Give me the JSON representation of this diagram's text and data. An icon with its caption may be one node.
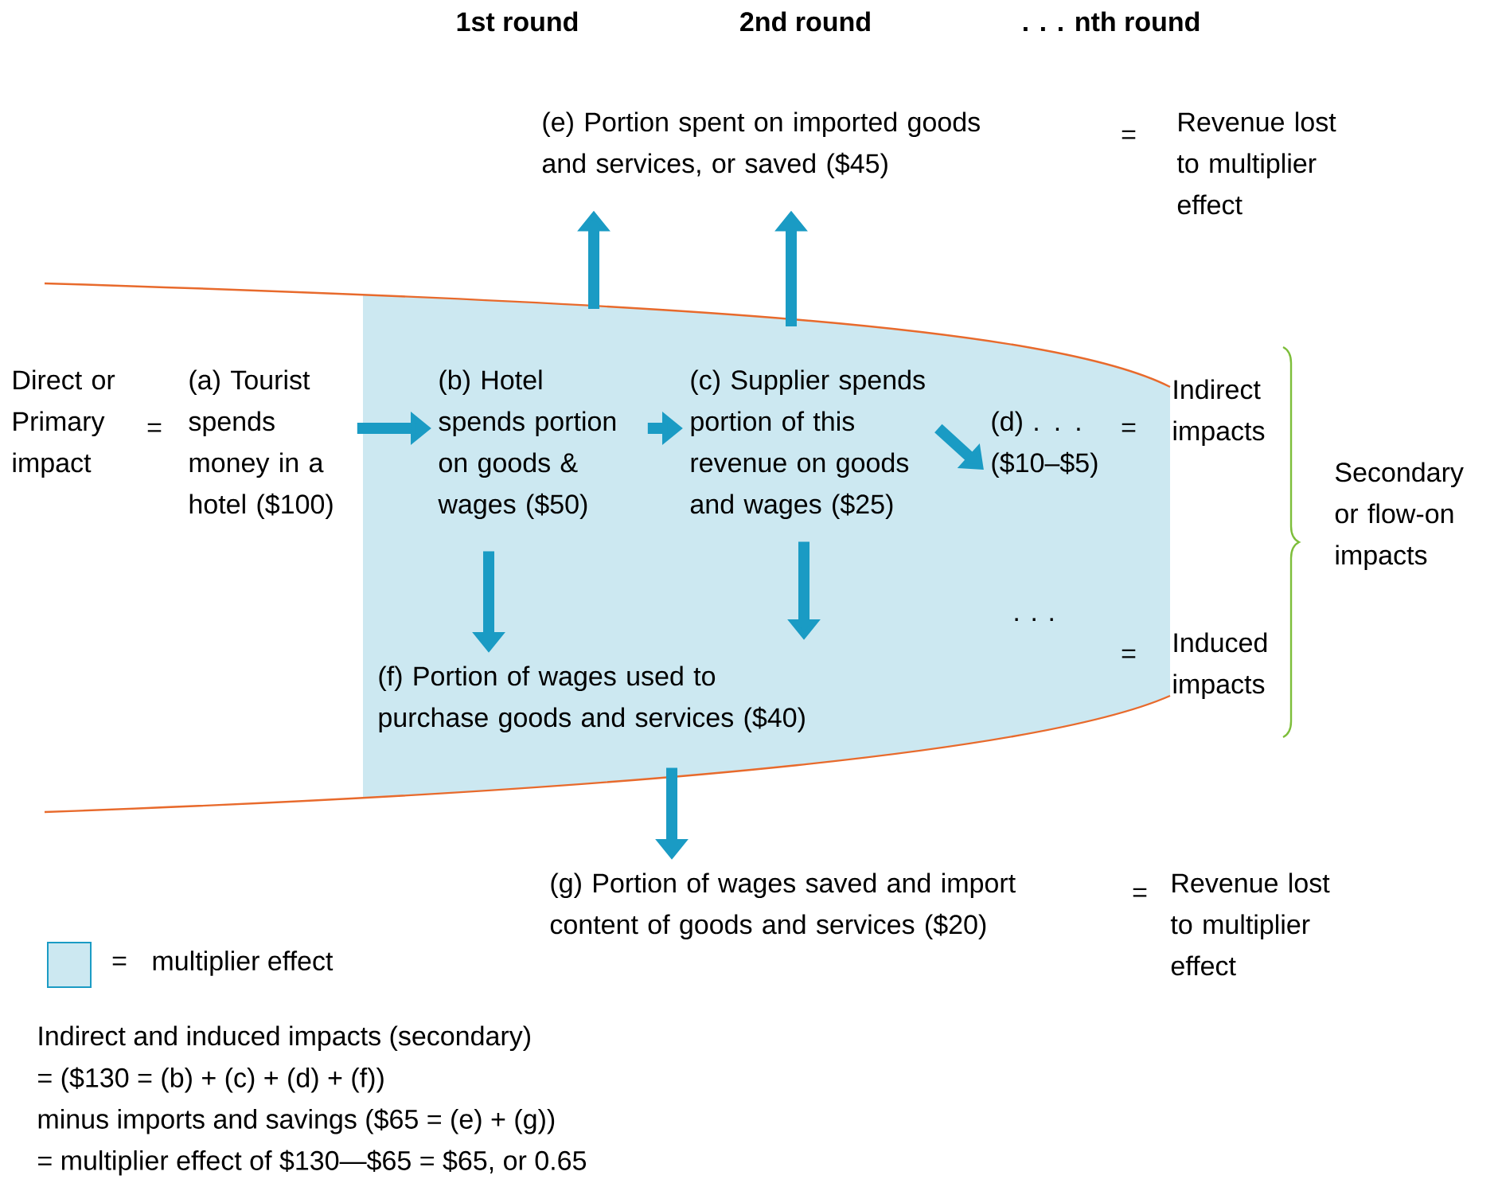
{
  "diagram": {
    "nodes": [
      {
        "text": [
          "(a) Tourist spends money in a hotel ($100)"
        ]
      },
      {
        "text": [
          "(b) Hotel spends portion on goods & wages ($50)"
        ]
      },
      {
        "text": [
          "(c) Supplier spends portion of this revenue on goods and wages ($25)"
        ]
      },
      {
        "text": [
          "(d) . . . ($10–$5)"
        ]
      },
      {
        "text": [
          "(e) Portion spent on imported goods and services, or saved ($45)"
        ]
      },
      {
        "text": [
          "(f) Portion of wages used to purchase goods and services ($40)"
        ]
      },
      {
        "text": [
          "(g) Portion of wages saved and import content of goods and services ($20)"
        ]
      }
    ],
    "edges": [
      {
        "from": 0,
        "to": 1,
        "arrow": "to"
      },
      {
        "from": 1,
        "to": 2,
        "arrow": "to"
      },
      {
        "from": 2,
        "to": 3,
        "arrow": "to"
      },
      {
        "from": 1,
        "to": 4,
        "arrow": "to"
      },
      {
        "from": 2,
        "to": 4,
        "arrow": "to"
      },
      {
        "from": 1,
        "to": 5,
        "arrow": "to"
      },
      {
        "from": 2,
        "to": 5,
        "arrow": "to"
      },
      {
        "from": 5,
        "to": 6,
        "arrow": "to"
      }
    ],
    "labels": [
      "1st round",
      "2nd round",
      ". . . nth round",
      "=",
      "Revenue lost to multiplier effect",
      "Direct or Primary impact",
      "=",
      "=",
      "Indirect impacts",
      "Secondary or flow-on impacts",
      ". . .",
      "=",
      "Induced impacts",
      "=",
      "Revenue lost to multiplier effect",
      "=",
      "Indirect and induced impacts (secondary)",
      "= ($130 = (b) + (c) + (d) + (f))",
      "minus imports and savings ($65 = (e) + (g))",
      "= multiplier effect of $130—$65 = $65, or 0.65"
    ],
    "legend": [
      {
        "text": "multiplier effect",
        "color": "#cce8f1"
      }
    ]
  }
}
